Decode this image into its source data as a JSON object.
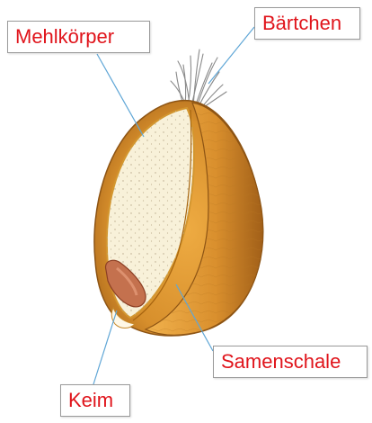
{
  "diagram": {
    "labels": {
      "endosperm": "Mehlkörper",
      "beard": "Bärtchen",
      "seed_coat": "Samenschale",
      "germ": "Keim"
    },
    "colors": {
      "label_text": "#e0141b",
      "leader_line": "#5fa6d6",
      "husk": "#e9a33a",
      "husk_dark": "#b5711a",
      "endosperm": "#f8f1d9",
      "germ": "#c4714e"
    }
  }
}
